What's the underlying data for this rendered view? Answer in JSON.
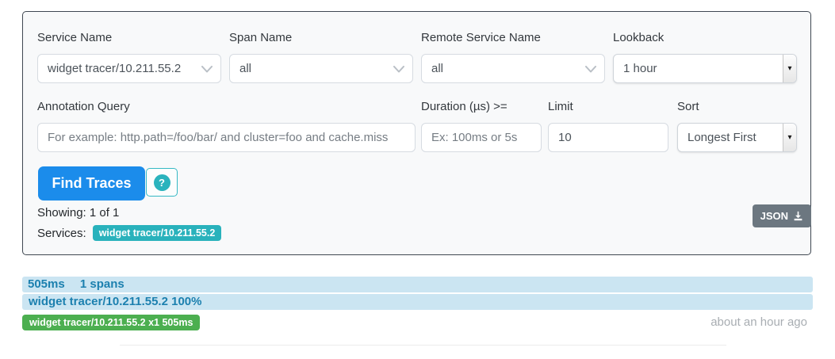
{
  "colors": {
    "panel_background": "#f8f9fa",
    "panel_border": "#3f4751",
    "primary_button_blue": "#1b8ceb",
    "teal_accent": "#29b2bc",
    "json_button_gray": "#6c7780",
    "trace_bar_background": "#cbe5f2",
    "trace_bar_text": "#1c80af",
    "span_badge_green": "#4caf50"
  },
  "icons": {
    "chevron_down": "chevron-down",
    "native_select_arrow": "▾",
    "help_glyph": "?",
    "download": "download-arrow-tray"
  },
  "search_form": {
    "service_name": {
      "label": "Service Name",
      "value": "widget tracer/10.211.55.2"
    },
    "span_name": {
      "label": "Span Name",
      "value": "all"
    },
    "remote_service_name": {
      "label": "Remote Service Name",
      "value": "all"
    },
    "lookback": {
      "label": "Lookback",
      "value": "1 hour"
    },
    "annotation_query": {
      "label": "Annotation Query",
      "placeholder": "For example: http.path=/foo/bar/ and cluster=foo and cache.miss"
    },
    "duration": {
      "label": "Duration (µs) >=",
      "placeholder": "Ex: 100ms or 5s"
    },
    "limit": {
      "label": "Limit",
      "value": "10"
    },
    "sort": {
      "label": "Sort",
      "value": "Longest First"
    },
    "find_traces_label": "Find Traces",
    "showing_text": "Showing: 1 of 1",
    "services_label": "Services:",
    "service_badge": "widget tracer/10.211.55.2",
    "json_button_label": "JSON"
  },
  "results": {
    "trace": {
      "duration": "505ms",
      "span_count": "1 spans",
      "service_summary": "widget tracer/10.211.55.2 100%",
      "span_badge": "widget tracer/10.211.55.2 x1 505ms",
      "timestamp": "about an hour ago"
    }
  }
}
